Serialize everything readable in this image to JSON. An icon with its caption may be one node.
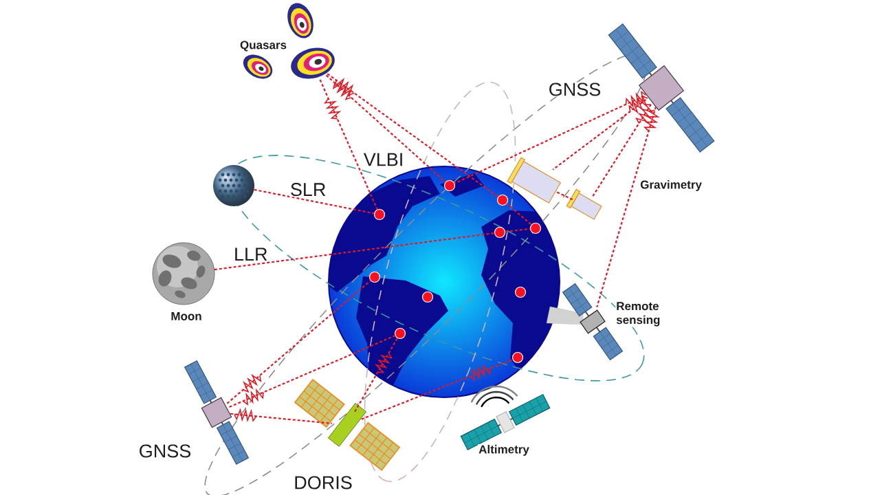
{
  "diagram": {
    "nodes": [
      {
        "text": [],
        "shape": "picture"
      },
      {
        "text": [],
        "shape": "picture",
        "beside": [
          "Quasars"
        ]
      },
      {
        "text": [],
        "shape": "picture"
      },
      {
        "text": [],
        "shape": "picture",
        "beside": [
          "GNSS"
        ]
      },
      {
        "text": [],
        "shape": "picture"
      },
      {
        "text": [],
        "shape": "picture",
        "beside": [
          "Gravimetry"
        ]
      },
      {
        "text": [],
        "shape": "picture"
      },
      {
        "text": [],
        "shape": "picture",
        "beside": [
          "Moon"
        ]
      },
      {
        "text": [],
        "shape": "picture"
      },
      {
        "text": [],
        "shape": "circle",
        "in": 8
      },
      {
        "text": [],
        "shape": "circle",
        "in": 8
      },
      {
        "text": [],
        "shape": "circle",
        "in": 8
      },
      {
        "text": [],
        "shape": "circle",
        "in": 8
      },
      {
        "text": [],
        "shape": "circle",
        "in": 8
      },
      {
        "text": [],
        "shape": "circle",
        "in": 8
      },
      {
        "text": [],
        "shape": "circle",
        "in": 8
      },
      {
        "text": [],
        "shape": "circle",
        "in": 8
      },
      {
        "text": [],
        "shape": "circle",
        "in": 8
      },
      {
        "text": [],
        "shape": "circle",
        "in": 8
      },
      {
        "text": [],
        "shape": "picture",
        "beside": [
          "Remote sensing"
        ]
      },
      {
        "text": [],
        "shape": "picture",
        "beside": [
          "GNSS"
        ]
      },
      {
        "text": [],
        "shape": "picture",
        "beside": [
          "DORIS"
        ]
      },
      {
        "text": [],
        "shape": "picture",
        "beside": [
          "Altimetry"
        ]
      }
    ],
    "edges": [
      {
        "from": 2,
        "to": 9,
        "arrow": "none"
      },
      {
        "from": 2,
        "to": 10,
        "arrow": "none"
      },
      {
        "from": 2,
        "to": 11,
        "arrow": "none"
      },
      {
        "from": 11,
        "to": 13,
        "arrow": "none"
      },
      {
        "from": 3,
        "to": 10,
        "arrow": "none"
      },
      {
        "from": 3,
        "to": 4,
        "arrow": "none"
      },
      {
        "from": 3,
        "to": 5,
        "arrow": "none"
      },
      {
        "from": 3,
        "to": 19,
        "arrow": "none"
      },
      {
        "from": 4,
        "to": 5,
        "arrow": "none"
      },
      {
        "from": 6,
        "to": 9,
        "arrow": "none",
        "label": "SLR"
      },
      {
        "from": 7,
        "to": 12,
        "arrow": "none",
        "label": "LLR"
      },
      {
        "from": 12,
        "to": 13,
        "arrow": "none"
      },
      {
        "from": 20,
        "to": 14,
        "arrow": "none"
      },
      {
        "from": 20,
        "to": 17,
        "arrow": "none"
      },
      {
        "from": 20,
        "to": 21,
        "arrow": "none"
      },
      {
        "from": 21,
        "to": 17,
        "arrow": "none"
      },
      {
        "from": 21,
        "to": 18,
        "arrow": "none"
      }
    ],
    "labels": [
      "VLBI"
    ]
  }
}
